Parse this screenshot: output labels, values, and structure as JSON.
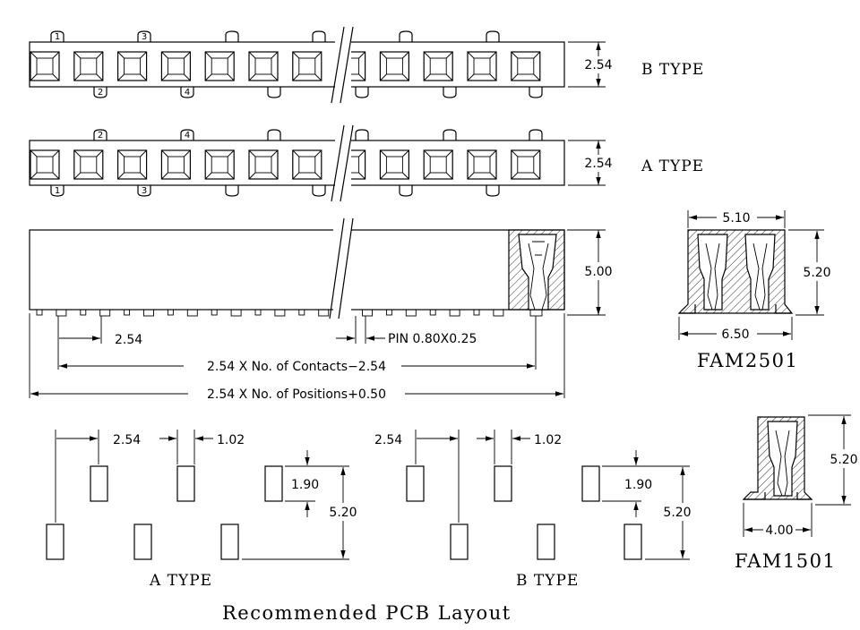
{
  "strip_views": {
    "b_type": {
      "label": "B TYPE",
      "height_dim": "2.54",
      "top_pins": [
        "1",
        "3"
      ],
      "bottom_pins": [
        "2",
        "4"
      ]
    },
    "a_type": {
      "label": "A TYPE",
      "height_dim": "2.54",
      "top_pins": [
        "2",
        "4"
      ],
      "bottom_pins": [
        "1",
        "3"
      ]
    }
  },
  "side_view": {
    "height_dim": "5.00",
    "pitch_dim": "2.54",
    "pin_size": "PIN 0.80X0.25",
    "contacts_formula": "2.54 X No. of Contacts−2.54",
    "positions_formula": "2.54 X No. of Positions+0.50"
  },
  "fam2501": {
    "name": "FAM2501",
    "top_width": "5.10",
    "height": "5.20",
    "bottom_width": "6.50"
  },
  "fam1501": {
    "name": "FAM1501",
    "height": "5.20",
    "bottom_width": "4.00"
  },
  "pcb_layout": {
    "title": "Recommended PCB Layout",
    "a_type": {
      "label": "A TYPE",
      "pitch": "2.54",
      "pad_width": "1.02",
      "pad_length": "1.90",
      "row_spacing": "5.20"
    },
    "b_type": {
      "label": "B TYPE",
      "pitch": "2.54",
      "pad_width": "1.02",
      "pad_length": "1.90",
      "row_spacing": "5.20"
    }
  }
}
